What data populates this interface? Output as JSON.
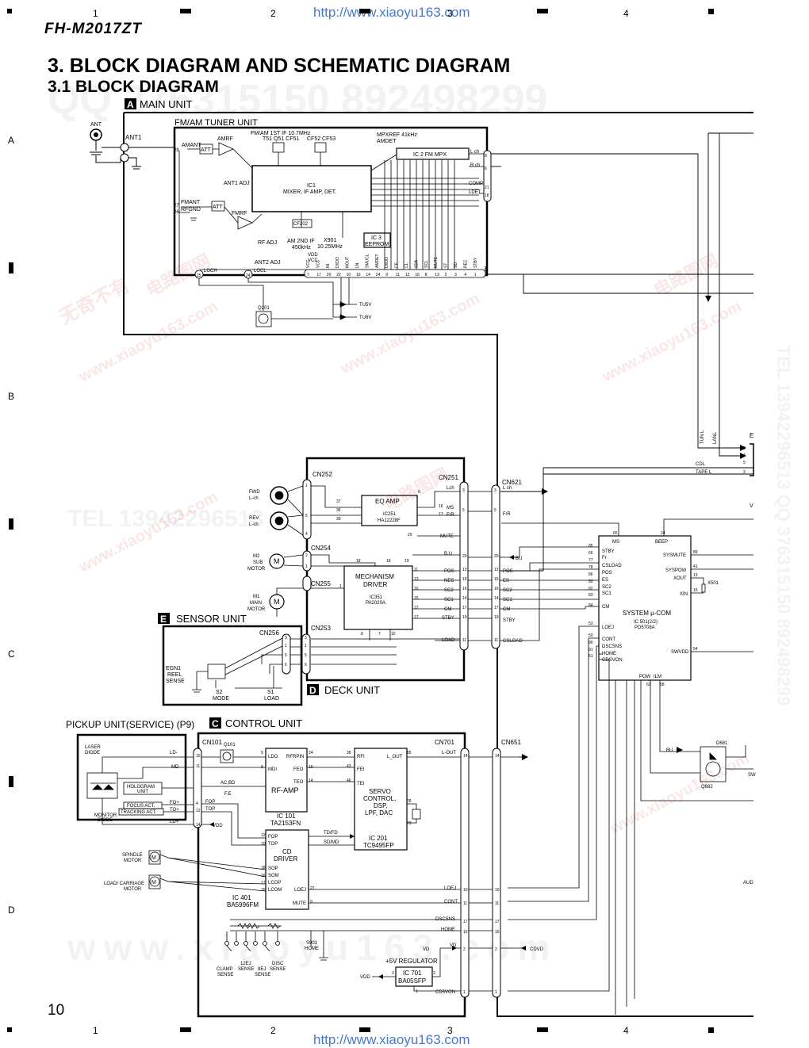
{
  "header": {
    "model": "FH-M2017ZT",
    "title": "3. BLOCK DIAGRAM AND SCHEMATIC DIAGRAM",
    "subtitle": "3.1 BLOCK DIAGRAM",
    "url": "http://www.xiaoyu163.com",
    "page_number": "10"
  },
  "grid": {
    "columns": [
      "1",
      "2",
      "3",
      "4"
    ],
    "rows": [
      "A",
      "B",
      "C",
      "D"
    ]
  },
  "watermarks": {
    "qq": "QQ 376315150  892498299",
    "www": "www.xiaoyu163.com",
    "tel": "TEL 13942296513",
    "side": "TEL 13942296513  QQ 376315150  892498299",
    "cn1": "无奇不有",
    "cn2": "电路图网"
  },
  "units": {
    "main": {
      "letter": "A",
      "label": "MAIN UNIT"
    },
    "tuner": {
      "label": "FM/AM TUNER UNIT"
    },
    "sensor": {
      "letter": "E",
      "label": "SENSOR UNIT"
    },
    "deck": {
      "letter": "D",
      "label": "DECK UNIT"
    },
    "control": {
      "letter": "C",
      "label": "CONTROL UNIT"
    },
    "pickup": {
      "label": "PICKUP UNIT(SERVICE) (P9)"
    }
  },
  "tuner": {
    "ant": "ANT",
    "ant1": "ANT1",
    "amrf": "AMRF",
    "fmrf": "FMRF",
    "att": "ATT",
    "amant": "AMANT",
    "fmant": "FMANT",
    "rfgnd": "RFGND",
    "if_label": "FM/AM 1ST IF 10.7MHz",
    "t51": "T51 Q51 CF51",
    "cf52": "CF52 CF53",
    "mpxref": "MPXREF 41kHz",
    "amdet": "AMDET",
    "ic1_name": "IC1",
    "ic1_func": "MIXER, IF AMP, DET.",
    "ic2": "IC 2 FM MPX",
    "ant1_adj": "ANT1 ADJ",
    "ant2_adj": "ANT2 ADJ",
    "rf_adj": "RF ADJ",
    "cf202": "CF202",
    "am2nd": "AM 2ND IF",
    "am2nd_freq": "450kHz",
    "x901": "X901",
    "x901_freq": "10.25MHz",
    "ic3": "IC 3",
    "eeprom": "EEPROM",
    "lch": "L ch",
    "rch": "R ch",
    "comp": "COMP",
    "ldet": "LDET",
    "vdd": "VDD",
    "vcc": "VCC",
    "loch": "LOCH",
    "locl": "LOCL",
    "q201": "Q201",
    "tu5v": "TU5V",
    "tu8v": "TU8V",
    "pin_28": "28",
    "pin_27": "27",
    "pin_26": "26",
    "pin_25": "25",
    "pin_24": "24",
    "pins_right": [
      "8",
      "6",
      "21",
      "18"
    ],
    "pins_bottom": [
      "7",
      "17",
      "20",
      "22",
      "10",
      "19",
      "14",
      "24",
      "9",
      "11",
      "12",
      "16",
      "8",
      "13",
      "2",
      "3",
      "4",
      "1"
    ],
    "bottom_labels": [
      "VCC",
      "VCC",
      "IN",
      "DI/DO",
      "NOUT",
      "LN",
      "SMUCL",
      "AMDET",
      "DI/DO",
      "CE",
      "CL",
      "SDA",
      "SCL",
      "MUTE",
      "ST",
      "SD",
      "REC",
      "STBY"
    ]
  },
  "deck": {
    "cn252": "CN252",
    "cn251": "CN251",
    "cn254": "CN254",
    "cn255": "CN255",
    "cn253": "CN253",
    "cn256": "CN256",
    "cn621": "CN621",
    "eq_amp": "EQ AMP",
    "ic251": "IC251",
    "ic251_part": "HA12228F",
    "mech_title": "MECHANISM",
    "mech_sub": "DRIVER",
    "ic351": "IC351",
    "ic351_part": "PA2020A",
    "fwd": "FWD",
    "fwd_ch": "L-ch",
    "rev": "REV",
    "rev_ch": "L-ch",
    "m2": "M2",
    "m2_sub": "SUB",
    "m2_motor": "MOTOR",
    "m1": "M1",
    "m1_main": "MAIN",
    "m1_motor": "MOTOR",
    "m": "M",
    "lch": "Lch",
    "ms": "MS",
    "fr": "F/R",
    "mute": "MUTE",
    "bu": "B.U",
    "pos": "POS",
    "nes": "NES",
    "sc2": "SC2",
    "sc1": "SC1",
    "cm": "CM",
    "stby": "STBY",
    "load": "LOAD"
  },
  "sensor": {
    "egn1": "EGN1",
    "reel": "REEL",
    "sense": "SENSE",
    "s2": "S2",
    "s2_sub": "MODE",
    "s1": "S1",
    "s1_sub": "LOAD"
  },
  "syscom": {
    "title": "SYSTEM μ-COM",
    "ic": "IC 501(2/2)",
    "part": "PD5708A",
    "ms": "MS",
    "beep": "BEEP",
    "stby": "STBY",
    "fr": "Fr",
    "csload": "CSLOAD",
    "pos": "POS",
    "es": "ES",
    "sc2": "SC2",
    "sc1": "SC1",
    "cm": "CM",
    "loej": "LOEJ",
    "cont": "CONT",
    "dscsns": "DSCSNS",
    "home": "HOME",
    "cdsvon": "CDSVON",
    "sysmute": "SYSMUTE",
    "syspow": "SYSPOW",
    "xout": "XOUT",
    "xin": "XIN",
    "swvdd": "SWVDD",
    "pow": "POW",
    "ilm": "ILM",
    "x501": "X501",
    "tunl": "TUN L",
    "lanl": "LANL",
    "cdl": "CDL",
    "tapel": "TAPE L",
    "bu": "BU",
    "d681": "D681",
    "q682": "Q682",
    "sw": "SW",
    "aud": "AUD",
    "e_mark": "E",
    "v_mark": "V"
  },
  "cn621_labels": {
    "lch": "L ch",
    "fr": "F/R",
    "bu": "BU",
    "pos": "POS",
    "es": "ES",
    "sc2": "SC2",
    "sc1": "SC1",
    "cm": "CM",
    "stby": "STBY",
    "csload": "CSLOAD"
  },
  "control": {
    "cn101": "CN101",
    "q101": "Q101",
    "cn701": "CN701",
    "cn651": "CN651",
    "rf_amp": "RF-AMP",
    "ic101": "IC 101",
    "ic101_part": "TA2153FN",
    "servo1": "SERVO",
    "servo2": "CONTROL,",
    "servo3": "DSP,",
    "servo4": "LPF, DAC",
    "ic201": "IC 201",
    "ic201_part": "TC9495FP",
    "cd_driver1": "CD",
    "cd_driver2": "DRIVER",
    "ic401": "IC 401",
    "ic401_part": "BA5996FM",
    "reg": "+5V REGULATOR",
    "ic701": "IC 701",
    "ic701_part": "BA05SFP",
    "ldo": "LDO",
    "mdi": "MDI",
    "rfrpin": "RFRPIN",
    "feo": "FEO",
    "teo": "TEO",
    "rfi": "RFI",
    "fei": "FEI",
    "tei": "TEI",
    "l_out": "L_OUT",
    "lout": "L-OUT",
    "fop": "FOP",
    "top": "TOP",
    "sop": "SOP",
    "som": "SOM",
    "lcop": "LCOP",
    "lcom": "LCOM",
    "loej": "LOEJ",
    "mute": "MUTE",
    "cont": "CONT",
    "dscsns": "DSCSNS",
    "home": "HOME",
    "vd": "VD",
    "vdd": "VDD",
    "cdvd": "CDVD",
    "cd5von": "CD5VON",
    "tdfd": "TD/FD",
    "sdmd": "SD/MD",
    "acbd": "AC,BD",
    "fe": "F.E",
    "ld_minus": "LD-",
    "md": "MD",
    "fo_plus": "FO+",
    "to_plus": "TO+",
    "ld_plus": "LD+",
    "laser1": "LASER",
    "laser2": "DIODE",
    "hologram1": "HOLOGRAM",
    "hologram2": "UNIT",
    "focus": "FOCUS ACT.",
    "tracking": "TRACKING ACT.",
    "monitor1": "MONITOR",
    "monitor2": "DIODE",
    "spindle1": "SPINDLE",
    "spindle2": "MOTOR",
    "carriage1": "LOAD/ CARRIAGE",
    "carriage2": "MOTOR",
    "clamp1": "CLAMP",
    "clamp2": "SENSE",
    "ej1": "12EJ",
    "ej2": "SENSE",
    "ej3": "8EJ",
    "ej4": "SENSE",
    "disc1": "DISC",
    "disc2": "SENSE",
    "s901": "S901",
    "s901_sub": "HOME"
  }
}
